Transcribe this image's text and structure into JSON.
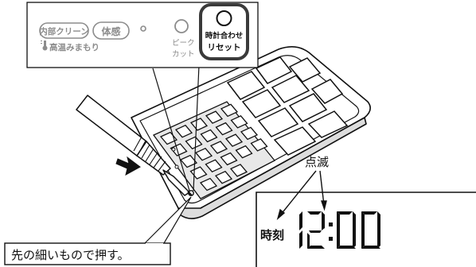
{
  "callout_panel": {
    "button_inner_clean": "内部クリーン",
    "button_body_sense": "体感",
    "label_high_temp_guard": "高温みまもり",
    "label_peak_line1": "ピーク",
    "label_peak_line2": "カット",
    "highlighted_button_line1": "時計合わせ",
    "highlighted_button_line2": "リセット"
  },
  "display": {
    "blink_label": "点滅",
    "time_label": "時刻",
    "time_value": "12:00"
  },
  "instruction": "先の細いもので押す。",
  "colors": {
    "line": "#111111",
    "muted": "#8c8c8c",
    "panel_bg": "#ffffff",
    "highlight_border": "#3a3a3a"
  }
}
